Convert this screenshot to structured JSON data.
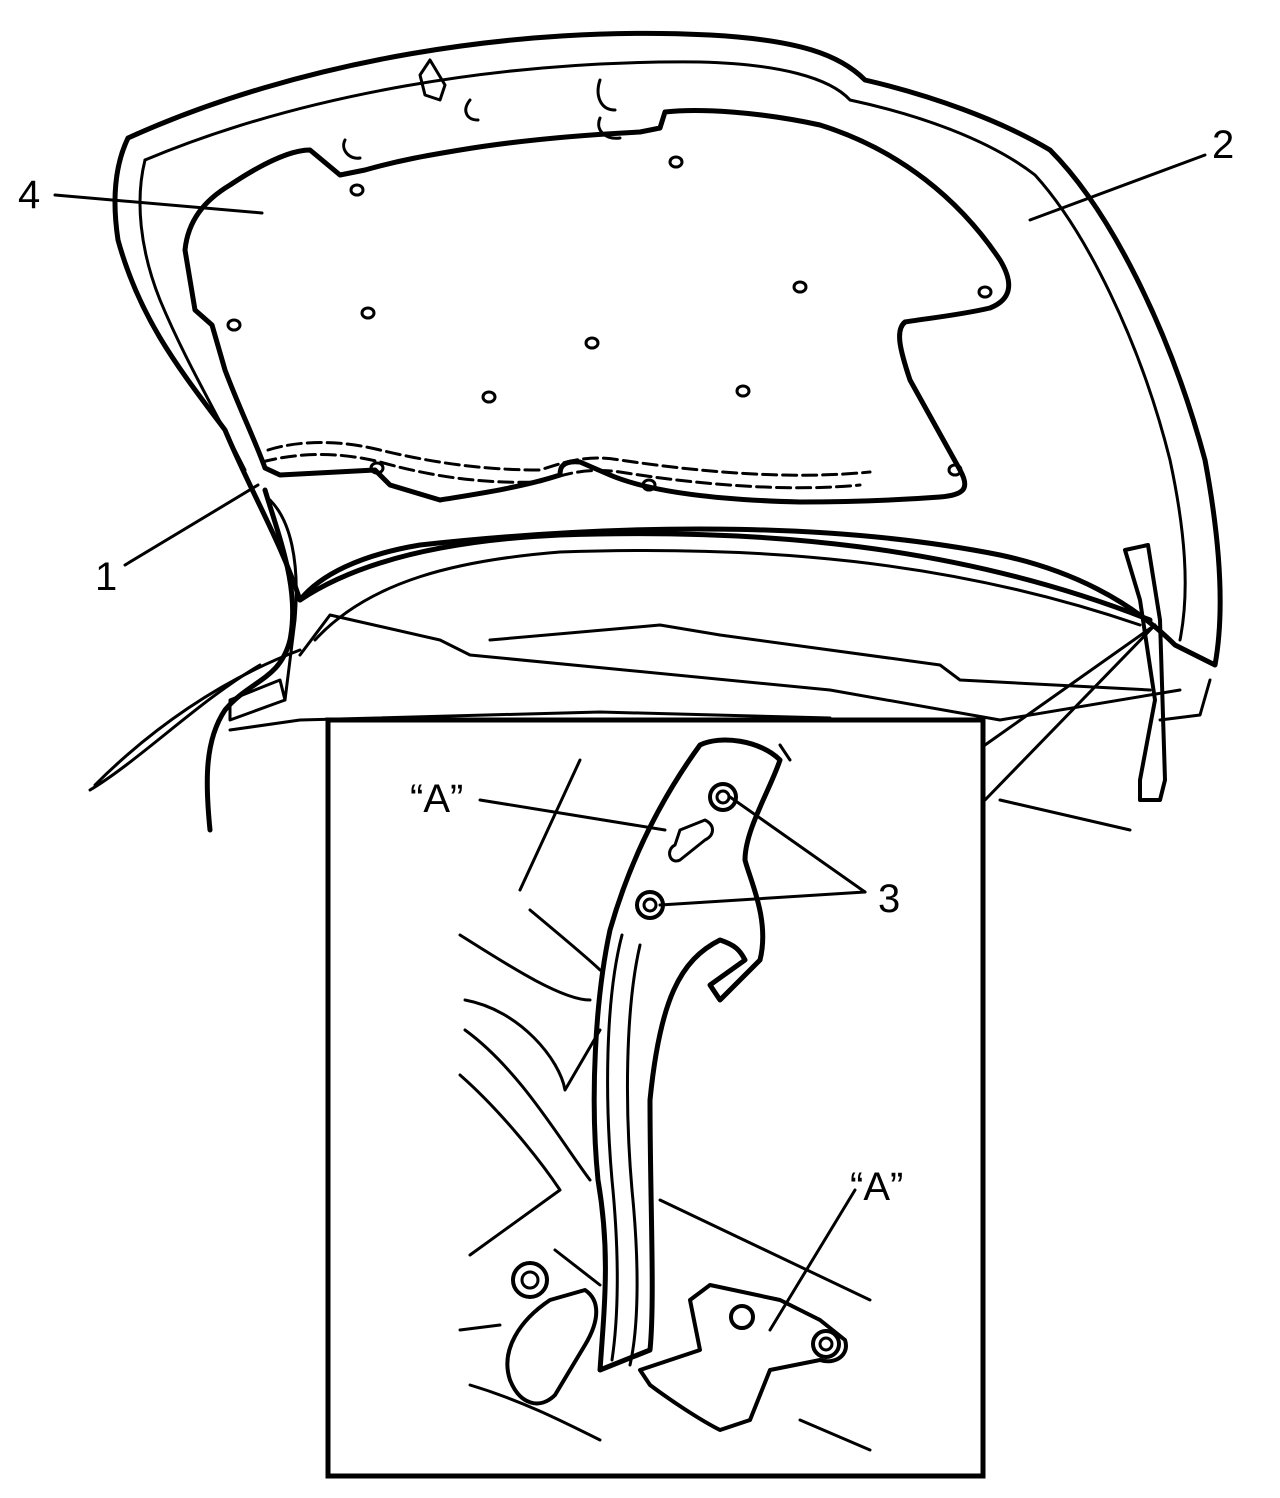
{
  "callouts": {
    "c1": "1",
    "c2": "2",
    "c3": "3",
    "c4": "4",
    "a_top": "“A”",
    "a_bottom": "“A”"
  },
  "colors": {
    "line": "#000000",
    "background": "#ffffff"
  }
}
